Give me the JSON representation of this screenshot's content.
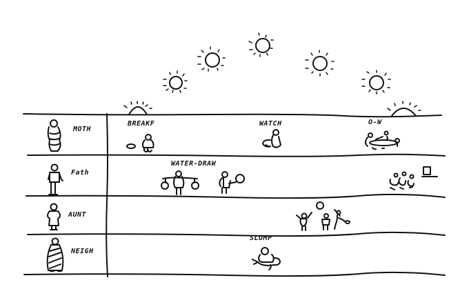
{
  "diagram": {
    "type": "daily-routine-swimlane-sketch",
    "style": "hand-drawn pen sketch",
    "ink_color": "#111111",
    "background": "#ffffff",
    "sun_path": {
      "icons": [
        "sunrise-icon",
        "sun-icon",
        "sun-icon",
        "sun-icon",
        "sun-icon",
        "sun-icon",
        "sunset-icon"
      ]
    },
    "rows": [
      {
        "label": "MOTH",
        "icon": "woman-in-sari-icon",
        "activities": [
          {
            "label": "BREAKF",
            "icon": "person-cooking-icon"
          },
          {
            "label": "WATCH",
            "icon": "person-sitting-icon"
          },
          {
            "label": "O-W",
            "icon": "family-meal-around-table-icon"
          }
        ]
      },
      {
        "label": "Fath",
        "icon": "man-standing-icon",
        "activities": [
          {
            "label": "WATER-DRAW",
            "icon": "person-carrying-pots-icon"
          },
          {
            "label": "",
            "icon": "person-with-basket-icon"
          },
          {
            "label": "",
            "icon": "group-with-tv-icon"
          }
        ]
      },
      {
        "label": "AUNT",
        "icon": "woman-standing-icon",
        "activities": [
          {
            "label": "",
            "icon": "children-playing-ball-icon"
          }
        ]
      },
      {
        "label": "NEIGH",
        "icon": "woman-in-shawl-icon",
        "activities": [
          {
            "label": "SLUMP",
            "icon": "person-resting-icon"
          }
        ]
      }
    ]
  }
}
